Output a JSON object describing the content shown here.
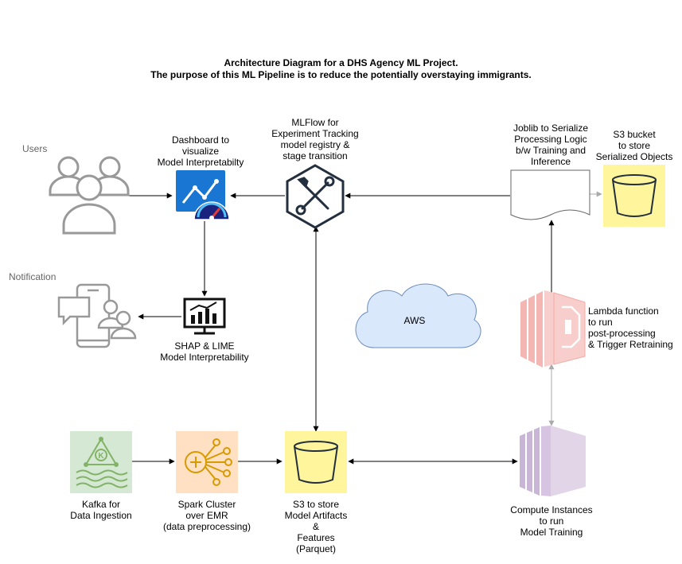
{
  "title": {
    "line1": "Architecture Diagram for a DHS Agency ML Project.",
    "line2": "The purpose of this ML Pipeline is to reduce the potentially overstaying immigrants."
  },
  "labels": {
    "users": "Users",
    "dashboard": [
      "Dashboard to",
      "visualize",
      "Model Interpretabilty"
    ],
    "mlflow": [
      "MLFlow for",
      "Experiment Tracking",
      "model registry &",
      "stage transition"
    ],
    "joblib": [
      "Joblib to Serialize",
      "Processing Logic",
      "b/w Training and",
      "Inference"
    ],
    "s3_serialized": [
      "S3 bucket",
      "to store",
      "Serialized Objects"
    ],
    "notification": "Notification",
    "shap": [
      "SHAP & LIME",
      "Model Interpretability"
    ],
    "aws": "AWS",
    "lambda": [
      "Lambda function",
      "to run",
      "post-processing",
      "& Trigger Retraining"
    ],
    "kafka": [
      "Kafka for",
      "Data Ingestion"
    ],
    "spark": [
      "Spark Cluster",
      "over EMR",
      "(data preprocessing)"
    ],
    "s3_artifacts": [
      "S3 to store",
      "Model Artifacts",
      "&",
      "Features",
      "(Parquet)"
    ],
    "compute": [
      "Compute Instances",
      "to run",
      "Model Training"
    ]
  },
  "colors": {
    "s3_fill": "#fff59d",
    "kafka_fill": "#d5e8d4",
    "kafka_stroke": "#82b366",
    "spark_fill": "#ffe0c2",
    "spark_stroke": "#d79b00",
    "lambda_fill": "#f8cecc",
    "compute_fill": "#e1d5e7",
    "cloud_fill": "#dae8fc",
    "cloud_stroke": "#6c8ebf",
    "dashboard_blue": "#1976d2",
    "icon_gray": "#999999"
  },
  "icons": [
    "users-icon",
    "dashboard-icon",
    "gauge-icon",
    "mlflow-tools-icon",
    "document-icon",
    "s3-bucket-icon",
    "notification-icon",
    "shap-monitor-icon",
    "cloud-icon",
    "lambda-icon",
    "kafka-icon",
    "spark-icon",
    "compute-icon"
  ]
}
